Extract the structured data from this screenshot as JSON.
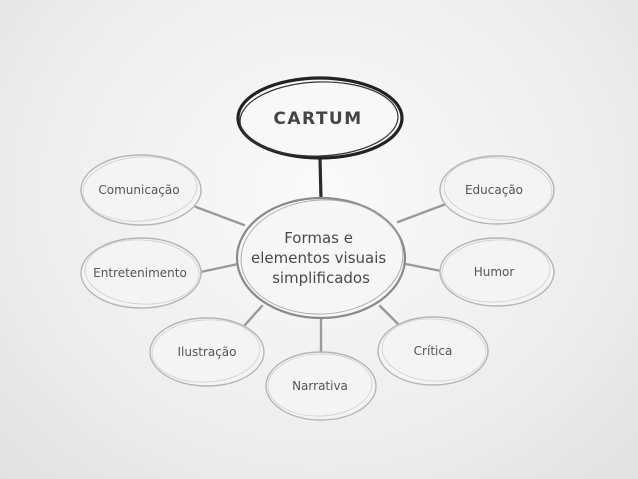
{
  "title": {
    "label": "CARTUM"
  },
  "center": {
    "lines": [
      "Formas e",
      "elementos visuais",
      "simplificados"
    ]
  },
  "nodes": [
    {
      "id": "comunicacao",
      "label": "Comunicação"
    },
    {
      "id": "educacao",
      "label": "Educação"
    },
    {
      "id": "entretenimento",
      "label": "Entretenimento"
    },
    {
      "id": "humor",
      "label": "Humor"
    },
    {
      "id": "ilustracao",
      "label": "Ilustração"
    },
    {
      "id": "critica",
      "label": "Crítica"
    },
    {
      "id": "narrativa",
      "label": "Narrativa"
    }
  ],
  "colors": {
    "background": "#eeeeee",
    "title_stroke": "#222222",
    "center_stroke": "#8a8a8a",
    "node_stroke": "#b5b5b5",
    "text": "#555555"
  }
}
